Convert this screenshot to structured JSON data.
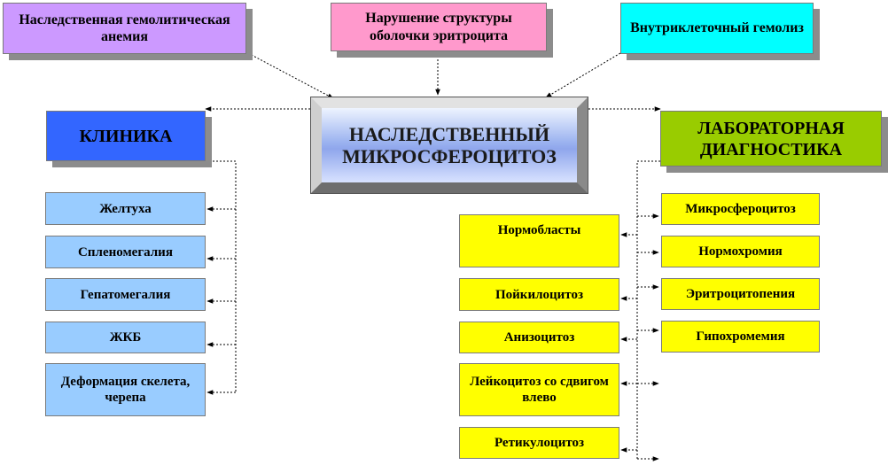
{
  "top_boxes": {
    "hereditary_anemia": "Наследственная гемолитическая анемия",
    "membrane_disorder": "Нарушение структуры оболочки эритроцита",
    "intracellular_hemolysis": "Внутриклеточный гемолиз"
  },
  "center": "НАСЛЕДСТВЕННЫЙ МИКРОСФЕРОЦИТОЗ",
  "clinic": {
    "title": "КЛИНИКА",
    "items": [
      "Желтуха",
      "Спленомегалия",
      "Гепатомегалия",
      "ЖКБ",
      "Деформация скелета, черепа"
    ]
  },
  "lab": {
    "title": "ЛАБОРАТОРНАЯ ДИАГНОСТИКА",
    "right_items": [
      "Микросфероцитоз",
      "Нормохромия",
      "Эритроцитопения",
      "Гипохромемия"
    ],
    "left_items": [
      "Нормобласты",
      "Пойкилоцитоз",
      "Анизоцитоз",
      "Лейкоцитоз со сдвигом влево",
      "Ретикулоцитоз"
    ]
  },
  "colors": {
    "violet": "#cc99ff",
    "pink": "#ff99cc",
    "cyan": "#00ffff",
    "clinic": "#3366ff",
    "lab": "#99cc00",
    "clinic_item": "#99ccff",
    "lab_item": "#ffff00"
  }
}
